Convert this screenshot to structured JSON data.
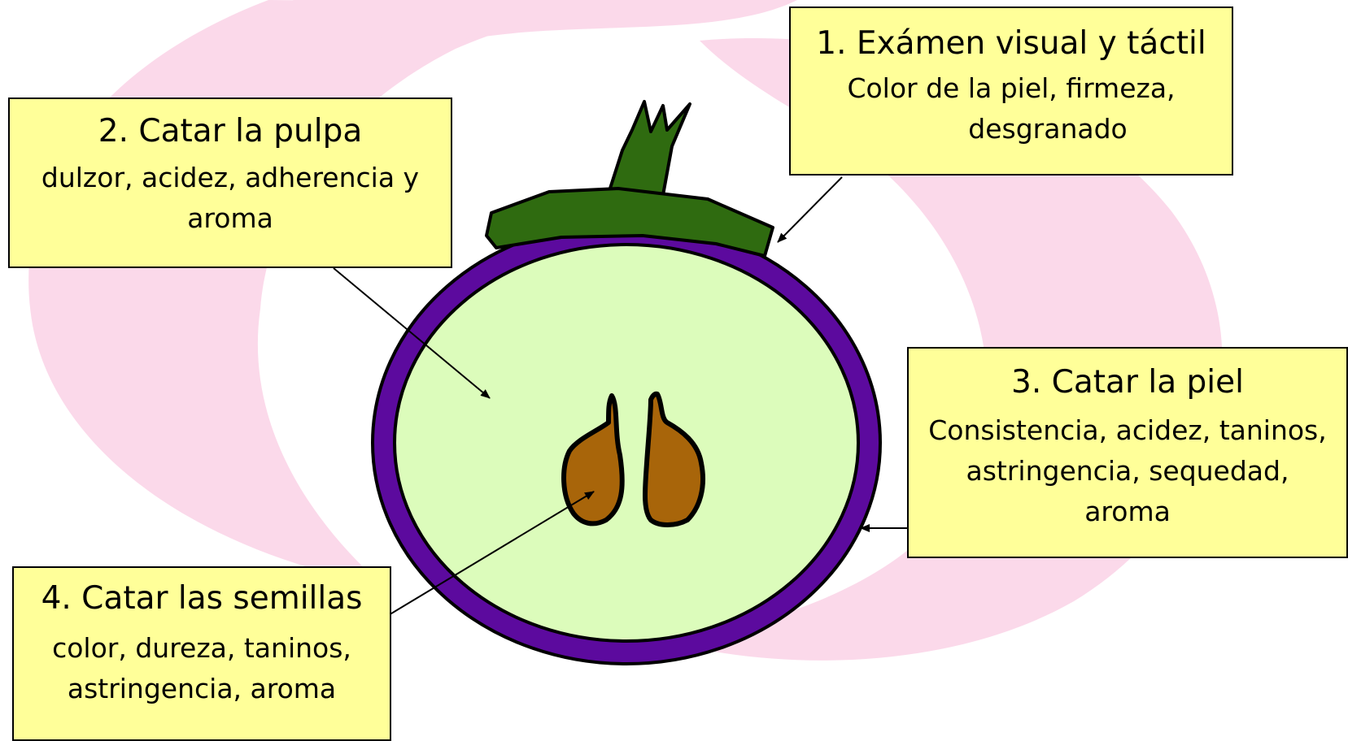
{
  "colors": {
    "background_swirl": "#fbd9ea",
    "box_fill": "#ffff99",
    "grape_skin": "#5c0a9e",
    "grape_pulp": "#dcfcbb",
    "stem": "#2f6b10",
    "seed": "#a8650a",
    "outline": "#000000"
  },
  "boxes": {
    "exam": {
      "title": "1. Exámen visual y táctil",
      "line1": "Color de la piel, firmeza,",
      "line2": "desgranado"
    },
    "pulp": {
      "title": "2. Catar la pulpa",
      "line1": "dulzor, acidez, adherencia y",
      "line2": "aroma"
    },
    "skin": {
      "title": "3. Catar la piel",
      "line1": "Consistencia, acidez, taninos,",
      "line2": "astringencia, sequedad,",
      "line3": "aroma"
    },
    "seeds": {
      "title": "4. Catar las semillas",
      "line1": "color, dureza, taninos,",
      "line2": "astringencia, aroma"
    }
  }
}
